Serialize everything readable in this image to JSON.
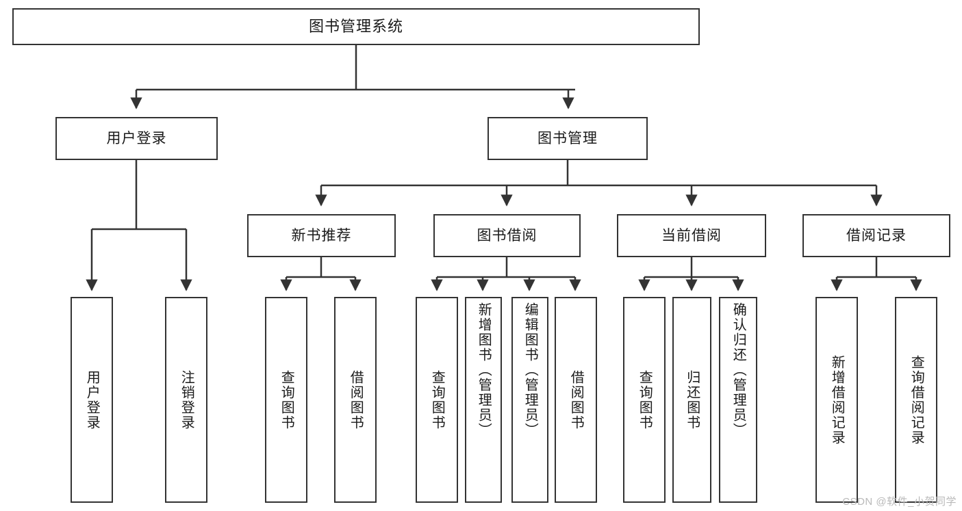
{
  "diagram": {
    "type": "tree-hierarchy",
    "title": "图书管理系统",
    "watermark": "CSDN @软件_小贺同学",
    "colors": {
      "border": "#333333",
      "background": "#ffffff",
      "text": "#1a1a1a",
      "watermark": "#b9b9b9"
    },
    "root": {
      "label": "图书管理系统"
    },
    "level1": [
      {
        "id": "user-login",
        "label": "用户登录"
      },
      {
        "id": "book-manage",
        "label": "图书管理"
      }
    ],
    "level2": [
      {
        "id": "new-book-recommend",
        "label": "新书推荐",
        "parent": "book-manage"
      },
      {
        "id": "book-borrow",
        "label": "图书借阅",
        "parent": "book-manage"
      },
      {
        "id": "current-borrow",
        "label": "当前借阅",
        "parent": "book-manage"
      },
      {
        "id": "borrow-record",
        "label": "借阅记录",
        "parent": "book-manage"
      }
    ],
    "leaves": [
      {
        "id": "leaf-user-login",
        "label": "用户登录",
        "parent": "user-login",
        "align": "center"
      },
      {
        "id": "leaf-logout",
        "label": "注销登录",
        "parent": "user-login",
        "align": "center"
      },
      {
        "id": "leaf-query-book-1",
        "label": "查询图书",
        "parent": "new-book-recommend",
        "align": "center"
      },
      {
        "id": "leaf-borrow-book-1",
        "label": "借阅图书",
        "parent": "new-book-recommend",
        "align": "center"
      },
      {
        "id": "leaf-query-book-2",
        "label": "查询图书",
        "parent": "book-borrow",
        "align": "center"
      },
      {
        "id": "leaf-add-book",
        "label": "新增图书（管理员）",
        "parent": "book-borrow",
        "align": "top"
      },
      {
        "id": "leaf-edit-book",
        "label": "编辑图书（管理员）",
        "parent": "book-borrow",
        "align": "top"
      },
      {
        "id": "leaf-borrow-book-2",
        "label": "借阅图书",
        "parent": "book-borrow",
        "align": "center"
      },
      {
        "id": "leaf-query-book-3",
        "label": "查询图书",
        "parent": "current-borrow",
        "align": "center"
      },
      {
        "id": "leaf-return-book",
        "label": "归还图书",
        "parent": "current-borrow",
        "align": "center"
      },
      {
        "id": "leaf-confirm-return",
        "label": "确认归还（管理员）",
        "parent": "current-borrow",
        "align": "top"
      },
      {
        "id": "leaf-add-record",
        "label": "新增借阅记录",
        "parent": "borrow-record",
        "align": "center"
      },
      {
        "id": "leaf-query-record",
        "label": "查询借阅记录",
        "parent": "borrow-record",
        "align": "center"
      }
    ]
  }
}
